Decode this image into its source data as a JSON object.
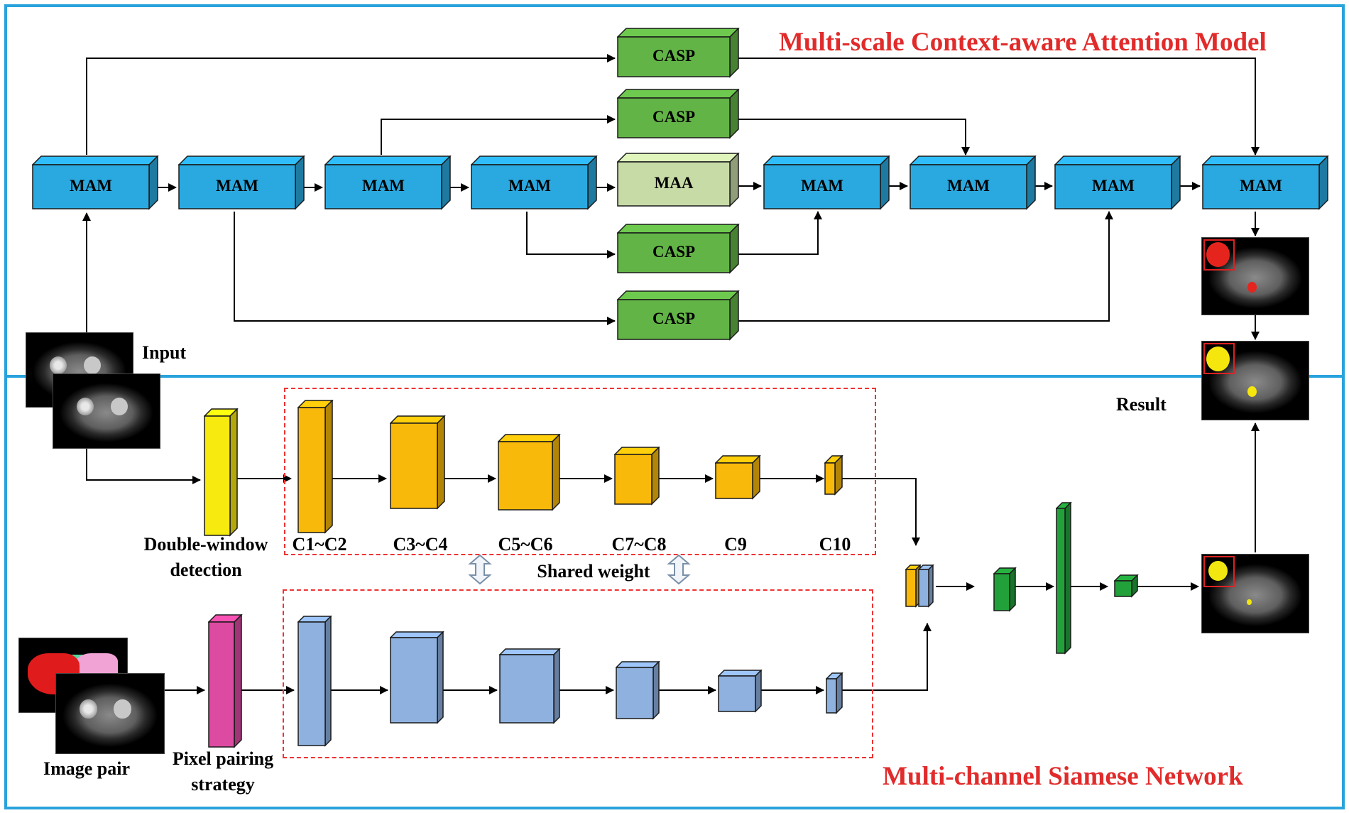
{
  "top_title": "Multi-scale Context-aware Attention Model",
  "bottom_title": "Multi-channel  Siamese Network",
  "colors": {
    "frame": "#29a3dc",
    "mam": "#2aa9e0",
    "casp": "#62b446",
    "maa": "#c7dba7",
    "conv_orange": "#f9b90a",
    "conv_blue": "#8eb1e0",
    "yellow_block": "#f7ea0e",
    "pink_block": "#dd4aa1",
    "green_block": "#22a13a",
    "title_red": "#e12b2b"
  },
  "blocks": {
    "mam": "MAM",
    "maa": "MAA",
    "casp": "CASP"
  },
  "labels": {
    "input": "Input",
    "result": "Result",
    "double_window_1": "Double-window",
    "double_window_2": "detection",
    "shared_weight": "Shared weight",
    "image_pair": "Image pair",
    "pixel_pairing_1": "Pixel pairing",
    "pixel_pairing_2": "strategy"
  },
  "conv_stages": [
    "C1~C2",
    "C3~C4",
    "C5~C6",
    "C7~C8",
    "C9",
    "C10"
  ]
}
